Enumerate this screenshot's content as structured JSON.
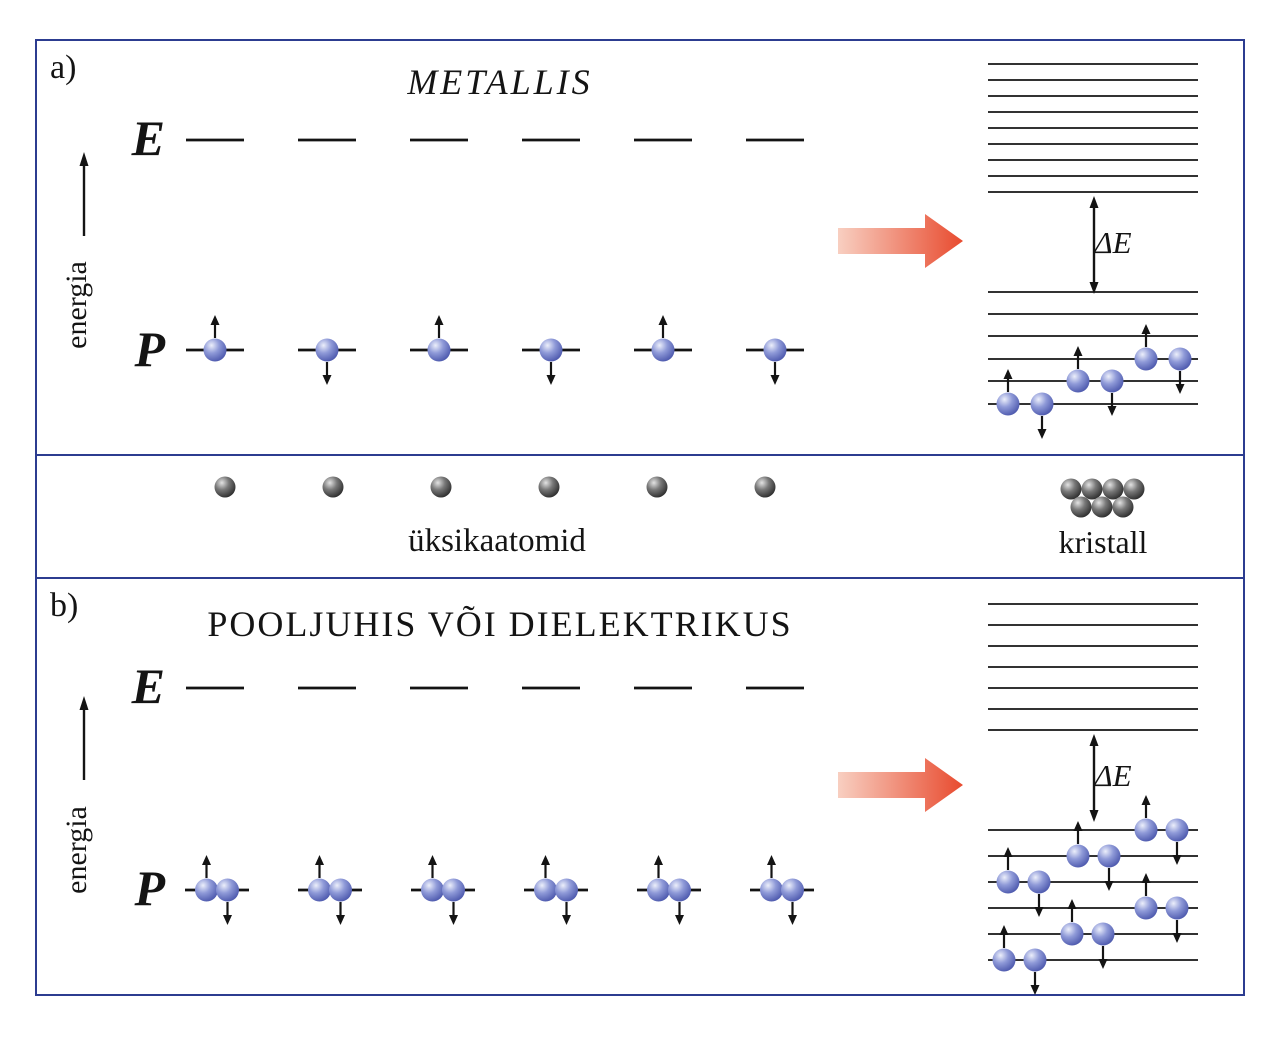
{
  "panel_a": {
    "label": "a)",
    "title": "METALLIS",
    "energy_axis_label": "energia",
    "excited_level_label": "E",
    "ground_level_label": "P",
    "band_gap_label": "ΔE",
    "e_level_dash_count": 6,
    "p_level_spins": [
      "up",
      "down",
      "up",
      "down",
      "up",
      "down"
    ],
    "band_electron_pairs": 3
  },
  "middle": {
    "atoms_label": "üksikaatomid",
    "crystal_label": "kristall",
    "atom_count": 6,
    "crystal_atom_count": 7
  },
  "panel_b": {
    "label": "b)",
    "title": "POOLJUHIS VÕI DIELEKTRIKUS",
    "energy_axis_label": "energia",
    "excited_level_label": "E",
    "ground_level_label": "P",
    "band_gap_label": "ΔE",
    "e_level_dash_count": 6,
    "p_pair_count": 6,
    "band_electron_pairs": 6
  },
  "colors": {
    "border": "#2c3c90",
    "electron": "#7b87cb",
    "atom": "#4f4f4f",
    "transform_arrow": "#e84b2f"
  }
}
